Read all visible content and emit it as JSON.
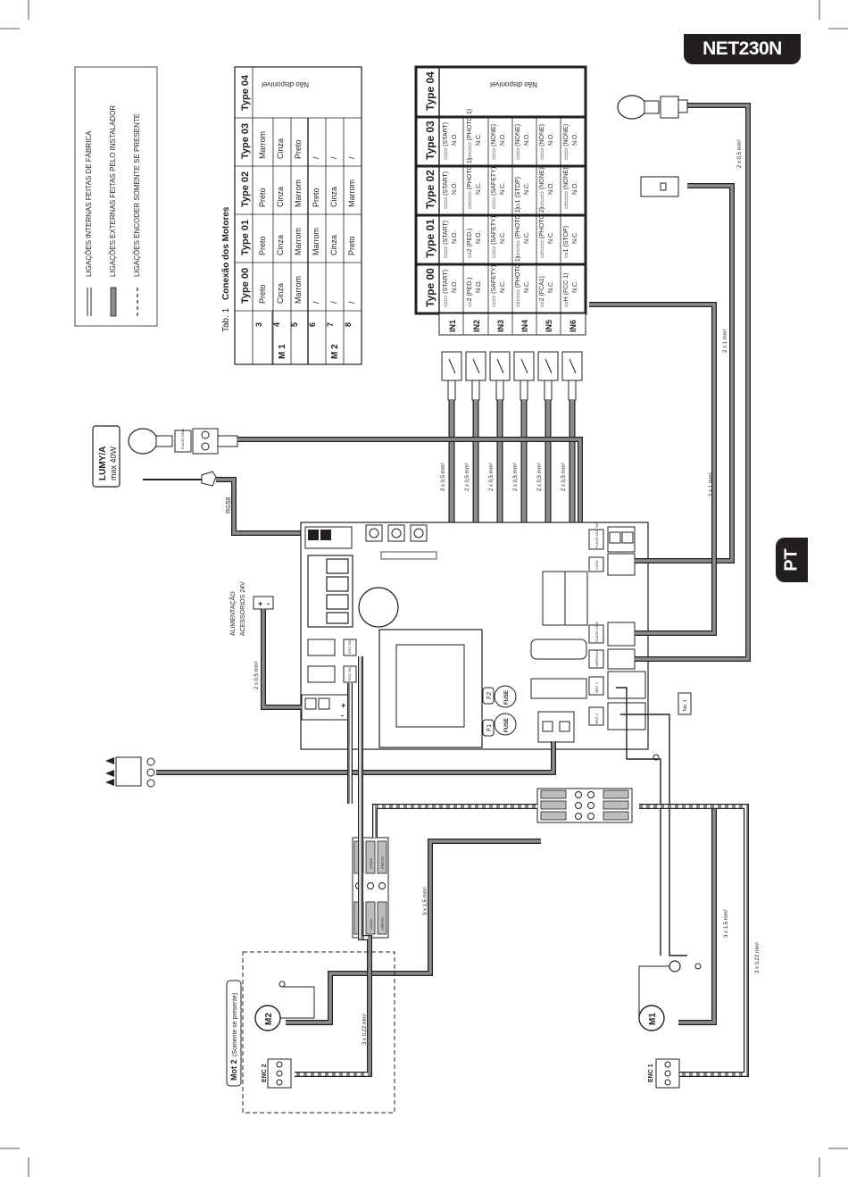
{
  "header": {
    "model": "NET230N"
  },
  "side_tab": {
    "label": "PT"
  },
  "legend": [
    {
      "style": "double",
      "text": "LIGAÇÕES INTERNAS FEITAS DE FÁBRICA"
    },
    {
      "style": "cable",
      "text": "LIGAÇÕES EXTERNAS FEITAS PELO INSTALADOR"
    },
    {
      "style": "dashed",
      "text": "LIGAÇÕES ENCODER SOMENTE SE PRESENTE"
    }
  ],
  "motor_table": {
    "caption_prefix": "Tab. 1",
    "caption": "Conexão dos Motores",
    "types": [
      "Type 00",
      "Type 01",
      "Type 02",
      "Type 03",
      "Type 04"
    ],
    "groups": [
      {
        "label": "M 1",
        "rows": [
          {
            "terminal": "3",
            "values": [
              "Preto",
              "Preto",
              "Preto",
              "Marrom"
            ]
          },
          {
            "terminal": "4",
            "values": [
              "Cinza",
              "Cinza",
              "Cinza",
              "Cinza"
            ]
          },
          {
            "terminal": "5",
            "values": [
              "Marrom",
              "Marrom",
              "Marrom",
              "Preto"
            ]
          }
        ]
      },
      {
        "label": "M 2",
        "rows": [
          {
            "terminal": "6",
            "values": [
              "/",
              "Marrom",
              "Preto",
              "/"
            ]
          },
          {
            "terminal": "7",
            "values": [
              "/",
              "Cinza",
              "Cinza",
              "/"
            ]
          },
          {
            "terminal": "8",
            "values": [
              "/",
              "Preto",
              "Marrom",
              "/"
            ]
          }
        ]
      }
    ],
    "unavailable": "Não disponível"
  },
  "input_table": {
    "types": [
      "Type 00",
      "Type 01",
      "Type 02",
      "Type 03",
      "Type 04"
    ],
    "inputs": [
      "IN1",
      "IN2",
      "IN3",
      "IN4",
      "IN5",
      "IN6"
    ],
    "cells": [
      [
        [
          "▭▭ (START)",
          "N.O."
        ],
        [
          "▭▭ (START)",
          "N.O."
        ],
        [
          "▭▭ (START)",
          "N.O."
        ],
        [
          "▭▭ (START)",
          "N.O."
        ]
      ],
      [
        [
          "▭2 (PED.)",
          "N.O."
        ],
        [
          "▭2 (PED.)",
          "N.O."
        ],
        [
          "▭▭▭ (PHOTO 1)",
          "N.C."
        ],
        [
          "▭▭▭ (PHOTO 1)",
          "N.C."
        ]
      ],
      [
        [
          "▭▭ (SAFETY)",
          "N.C."
        ],
        [
          "▭▭ (SAFETY)",
          "N.C."
        ],
        [
          "▭▭ (SAFETY)",
          "N.C."
        ],
        [
          "▭▭ (NONE)",
          "N.O."
        ]
      ],
      [
        [
          "▭▭▭ (PHOTO 1)",
          "N.C."
        ],
        [
          "▭▭▭ (PHOTO 1)",
          "N.C."
        ],
        [
          "▭1 (STOP)",
          "N.C."
        ],
        [
          "▭▭ (NONE)",
          "N.O."
        ]
      ],
      [
        [
          "▭2 (FCA1)",
          "N.C."
        ],
        [
          "▭▭▭ (PHOTO 2)",
          "N.C."
        ],
        [
          "▭▭▭ (NONE)",
          "N.O."
        ],
        [
          "▭▭ (NONE)",
          "N.O."
        ]
      ],
      [
        [
          "▭H (FCC 1)",
          "N.C."
        ],
        [
          "▭1 (STOP)",
          "N.C."
        ],
        [
          "▭▭▭ (NONE)",
          "N.O."
        ],
        [
          "▭▭ (NONE)",
          "N.O."
        ]
      ]
    ],
    "unavailable": "Não disponível"
  },
  "lamp": {
    "title": "LUMY/A",
    "power": "max 40W",
    "terminal": "FLASH 230V"
  },
  "antenna": {
    "label": "RG58"
  },
  "supply": {
    "title": "ALIMENTAÇÃO",
    "subtitle": "ACESSÓRIOS 24V",
    "plus": "+",
    "minus": "-"
  },
  "cables": {
    "input_cables": [
      "2 x 0,5 mm²",
      "2 x 0,5 mm²",
      "2 x 0,5 mm²",
      "2 x 0,5 mm²",
      "2 x 0,5 mm²",
      "2 x 0,5 mm²"
    ],
    "supply_cable": "2 x 0,5 mm²",
    "right_cable_a": "2 x 1 mm²",
    "right_cable_b": "2 x 1 mm²",
    "right_cable_c": "2 x 0,5 mm²",
    "m2_power": "3 x 1,5 mm²",
    "m2_encoder": "3 x 0,22 mm²",
    "m1_power": "3 x 1,5 mm²",
    "m1_encoder": "3 x 0,22 mm²"
  },
  "board": {
    "fuse1": "F1",
    "fuse2": "F2",
    "fuse_text": "FUSE",
    "enc1": "ENC M1",
    "enc2": "ENC M2",
    "lock": "LOCK",
    "flash_led": "FLASH LED 24V",
    "flash_230": "FLASH 230V",
    "warning": "WARNING",
    "mot1": "MOT 1",
    "mot2": "MOT 2",
    "tab_ref": "Tab. 1"
  },
  "color_codes": [
    "MARROM",
    "CINZA",
    "PRETO"
  ],
  "motor2": {
    "name": "M2",
    "title": "Mot 2",
    "note": "(Somente se presente)",
    "encoder": "ENC 2"
  },
  "motor1": {
    "name": "M1",
    "encoder": "ENC 1"
  },
  "colors": {
    "ink": "#231f20",
    "cable_fill": "#8c8c8c",
    "board_fill": "#ffffff",
    "component_fill": "#bdbdbd"
  }
}
